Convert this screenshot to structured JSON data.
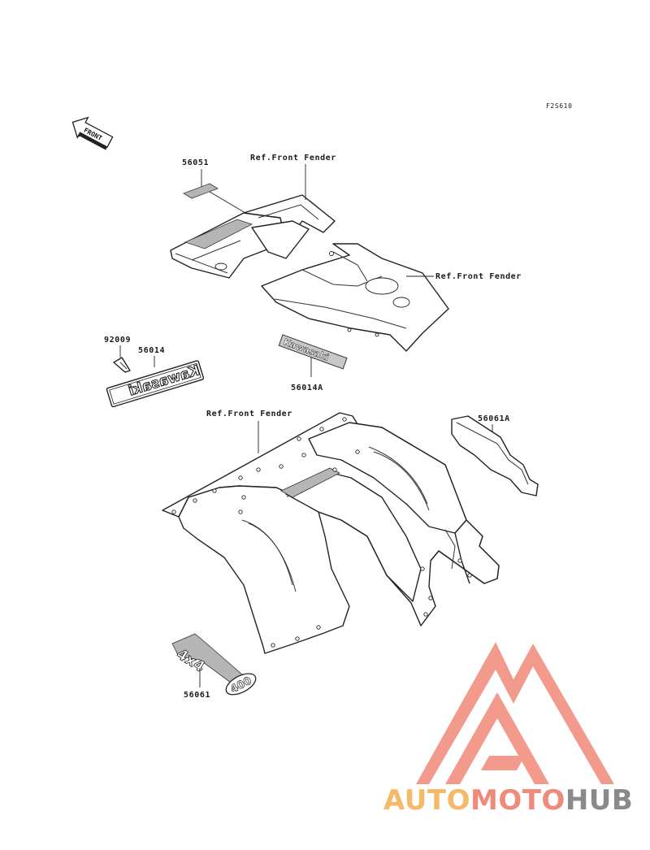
{
  "diagram": {
    "code": "F2S610",
    "front_arrow_label": "FRONT",
    "parts": {
      "p56051": "56051",
      "ref_fender_top": "Ref.Front Fender",
      "ref_fender_right": "Ref.Front Fender",
      "p92009": "92009",
      "p56014": "56014",
      "p56014A": "56014A",
      "ref_fender_mid": "Ref.Front Fender",
      "p56061A": "56061A",
      "p56061": "56061"
    },
    "decals": {
      "brand": "Kawasaki",
      "model_4x4": "4x4",
      "model_400": "400"
    }
  },
  "watermark": {
    "text_part1": "AUTO",
    "text_part2": "MOTO",
    "text_part3": "HUB",
    "colors": {
      "salmon": "#f08a7a",
      "orange": "#f5b969",
      "gray": "#8a8a8a"
    }
  }
}
